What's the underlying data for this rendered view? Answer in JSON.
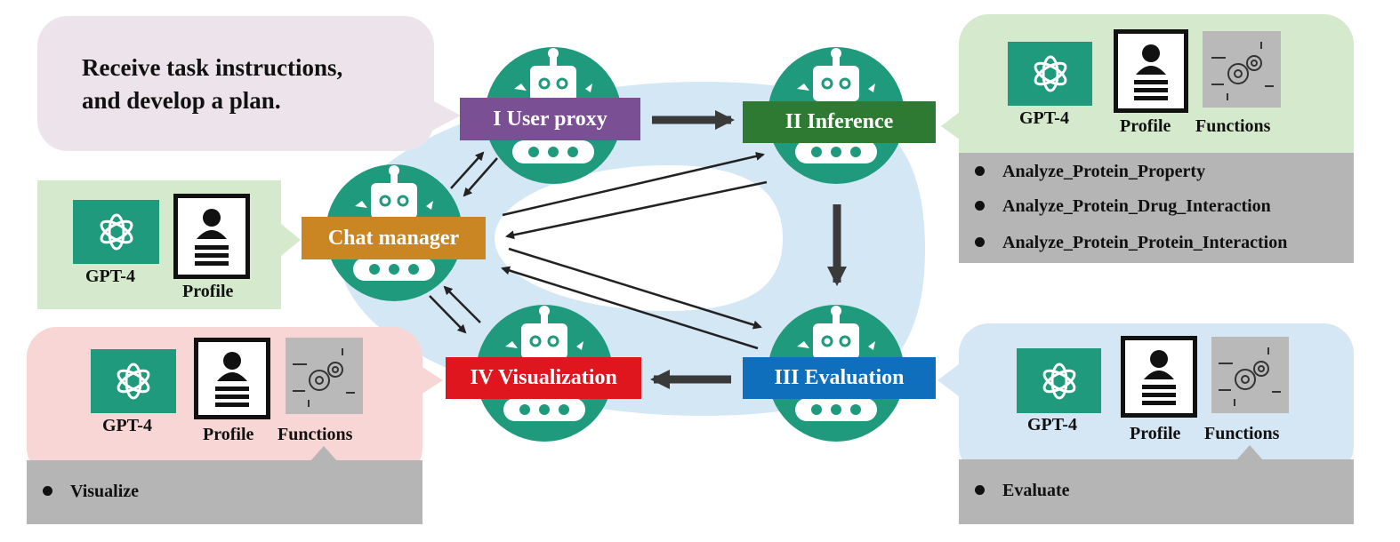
{
  "task_bubble": {
    "text_line1": "Receive task instructions,",
    "text_line2": "and develop a plan."
  },
  "agents": {
    "user_proxy": {
      "label": "I User proxy",
      "color": "#7a4f93"
    },
    "inference": {
      "label": "II Inference",
      "color": "#2e7a32"
    },
    "chat_manager": {
      "label": "Chat manager",
      "color": "#c98622"
    },
    "evaluation": {
      "label": "III Evaluation",
      "color": "#0f6fbd"
    },
    "visualization": {
      "label": "IV Visualization",
      "color": "#e0161e"
    }
  },
  "panels": {
    "inference": {
      "model_label": "GPT-4",
      "profile_label": "Profile",
      "functions_label": "Functions",
      "functions": [
        "Analyze_Protein_Property",
        "Analyze_Protein_Drug_Interaction",
        "Analyze_Protein_Protein_Interaction"
      ]
    },
    "chat_manager": {
      "model_label": "GPT-4",
      "profile_label": "Profile"
    },
    "visualization": {
      "model_label": "GPT-4",
      "profile_label": "Profile",
      "functions_label": "Functions",
      "functions": [
        "Visualize"
      ]
    },
    "evaluation": {
      "model_label": "GPT-4",
      "profile_label": "Profile",
      "functions_label": "Functions",
      "functions": [
        "Evaluate"
      ]
    }
  },
  "icons": {
    "model": "openai-logo-icon",
    "profile": "profile-card-icon",
    "functions": "gears-circuit-icon",
    "agent": "robot-icon"
  },
  "colors": {
    "robot_circle": "#1f9a7c",
    "ring": "#d4e7f5",
    "gpt_box": "#1f9a7c",
    "gray_panel": "#b5b5b5"
  }
}
